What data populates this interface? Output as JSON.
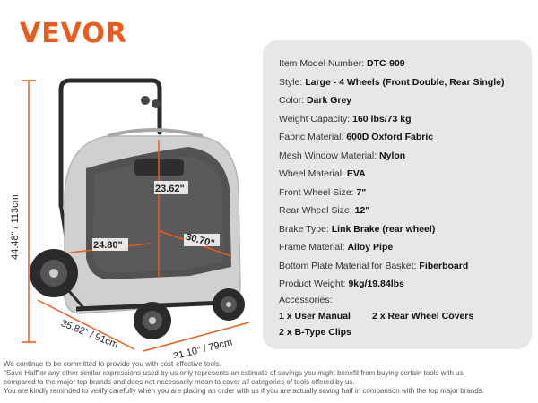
{
  "brand": {
    "name": "VEVOR",
    "color": "#ea5b1c"
  },
  "dimensions": {
    "height": "44.48\" / 113cm",
    "length": "35.82\" / 91cm",
    "width": "31.10\" / 79cm",
    "inner_height": "23.62\"",
    "inner_length": "24.80\"",
    "inner_width": "30.70\""
  },
  "specs": [
    {
      "label": "Item Model Number:",
      "value": "DTC-909"
    },
    {
      "label": "Style:",
      "value": "Large - 4 Wheels (Front Double, Rear Single)"
    },
    {
      "label": "Color:",
      "value": "Dark Grey"
    },
    {
      "label": "Weight Capacity:",
      "value": "160 lbs/73 kg"
    },
    {
      "label": "Fabric Material:",
      "value": "600D Oxford Fabric"
    },
    {
      "label": "Mesh Window Material:",
      "value": "Nylon"
    },
    {
      "label": "Wheel Material:",
      "value": "EVA"
    },
    {
      "label": " Front Wheel Size:",
      "value": "7\""
    },
    {
      "label": "Rear Wheel Size:",
      "value": "12\""
    },
    {
      "label": "Brake Type:",
      "value": "Link Brake (rear wheel)"
    },
    {
      "label": "Frame Material:",
      "value": "Alloy Pipe"
    },
    {
      "label": "Bottom Plate Material for Basket:",
      "value": "Fiberboard"
    },
    {
      "label": "Product Weight:",
      "value": "9kg/19.84lbs"
    }
  ],
  "accessories": {
    "title": "Accessories:",
    "items": [
      {
        "qty": "1 x",
        "name": "User Manual"
      },
      {
        "qty": "2 x",
        "name": "Rear Wheel Covers"
      },
      {
        "qty": "2 x",
        "name": "B-Type Clips"
      }
    ]
  },
  "disclaimer": [
    "We continue to be committed to provide you with cost-effective tools.",
    "\"Save Half\"or any other similar expressions used by us only represents an estimate of savings you might benefit from buying certain tools with us",
    "compared to the major top brands and does not necessarily mean to cover all categories of tools offered by us.",
    "You are kindly reminded to verify carefully when you are placing an order with us if you are actually saving half in comparison with the top major brands."
  ]
}
